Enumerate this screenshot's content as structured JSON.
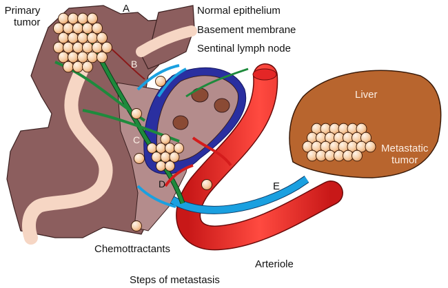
{
  "diagram": {
    "title": "Steps of metastasis",
    "labels": {
      "primary_tumor": "Primary\ntumor",
      "primary_tumor_line1": "Primary",
      "primary_tumor_line2": "tumor",
      "step_a": "A",
      "step_b": "B",
      "step_c": "C",
      "step_d": "D",
      "step_e": "E",
      "normal_epithelium": "Normal epithelium",
      "basement_membrane": "Basement membrane",
      "sentinal_lymph_node": "Sentinal lymph node",
      "liver": "Liver",
      "metastatic_tumor_line1": "Metastatic",
      "metastatic_tumor_line2": "tumor",
      "chemottractants": "Chemottractants",
      "arteriole": "Arteriole"
    },
    "colors": {
      "tissue": "#8c5e5e",
      "tissue_light": "#b48c8c",
      "membrane": "#f6d6c4",
      "tumor_cell": "#f2c8a0",
      "lymph_vessel": "#1e8a3c",
      "vein": "#1aa0e0",
      "artery": "#e42626",
      "lymph_node_capsule": "#2a2fa0",
      "liver": "#b8652e"
    }
  }
}
